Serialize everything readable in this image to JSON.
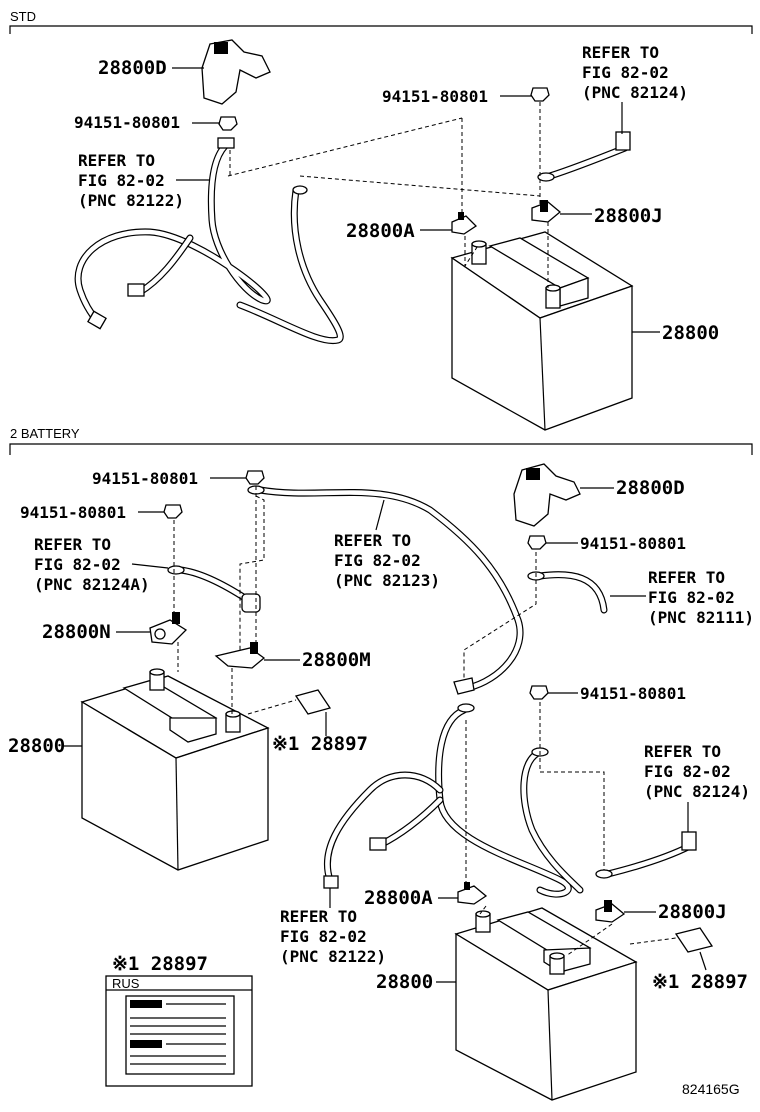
{
  "sections": {
    "std": "STD",
    "two_battery": "2 BATTERY"
  },
  "std": {
    "p_28800D": "28800D",
    "p_nut_left": "94151-80801",
    "p_nut_right": "94151-80801",
    "ref_left": [
      "REFER TO",
      "FIG 82-02",
      "(PNC 82122)"
    ],
    "ref_right": [
      "REFER TO",
      "FIG 82-02",
      "(PNC 82124)"
    ],
    "p_28800A": "28800A",
    "p_28800J": "28800J",
    "p_28800": "28800"
  },
  "two": {
    "p_nut_top": "94151-80801",
    "p_nut_left": "94151-80801",
    "ref_82124A": [
      "REFER TO",
      "FIG 82-02",
      "(PNC 82124A)"
    ],
    "ref_82123": [
      "REFER TO",
      "FIG 82-02",
      "(PNC 82123)"
    ],
    "p_28800D": "28800D",
    "p_nut_r1": "94151-80801",
    "ref_82111": [
      "REFER TO",
      "FIG 82-02",
      "(PNC 82111)"
    ],
    "p_28800N": "28800N",
    "p_28800M": "28800M",
    "p_28800_left": "28800",
    "p_28897_mid": "※1 28897",
    "p_nut_r2": "94151-80801",
    "ref_82124": [
      "REFER TO",
      "FIG 82-02",
      "(PNC 82124)"
    ],
    "p_28800A": "28800A",
    "p_28800J": "28800J",
    "ref_82122": [
      "REFER TO",
      "FIG 82-02",
      "(PNC 82122)"
    ],
    "p_28800_right": "28800",
    "p_28897_right": "※1 28897",
    "legend_part": "※1 28897",
    "legend_region": "RUS"
  },
  "figure_id": "824165G"
}
